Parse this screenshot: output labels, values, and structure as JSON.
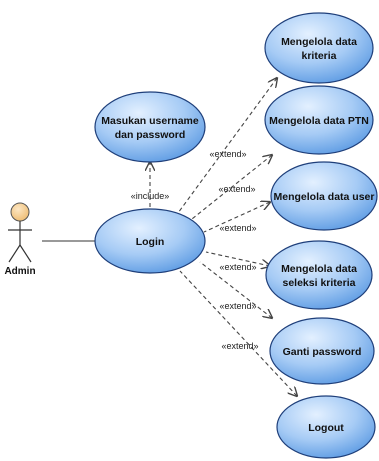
{
  "actor": {
    "label": "Admin"
  },
  "use_cases": {
    "login": "Login",
    "masukan_username": [
      "Masukan username",
      "dan password"
    ],
    "kriteria": [
      "Mengelola data",
      "kriteria"
    ],
    "ptn": [
      "Mengelola data PTN"
    ],
    "user": [
      "Mengelola data user"
    ],
    "seleksi": [
      "Mengelola data",
      "seleksi kriteria"
    ],
    "ganti_password": [
      "Ganti password"
    ],
    "logout": [
      "Logout"
    ]
  },
  "relations": {
    "include_label": "«include»",
    "extend_label": "«extend»"
  },
  "colors": {
    "use_case_fill_light": "#dcecff",
    "use_case_fill_dark": "#6aa7ea",
    "use_case_stroke": "#1f3f7a",
    "actor_head": "#f6cf92",
    "line": "#444444"
  }
}
